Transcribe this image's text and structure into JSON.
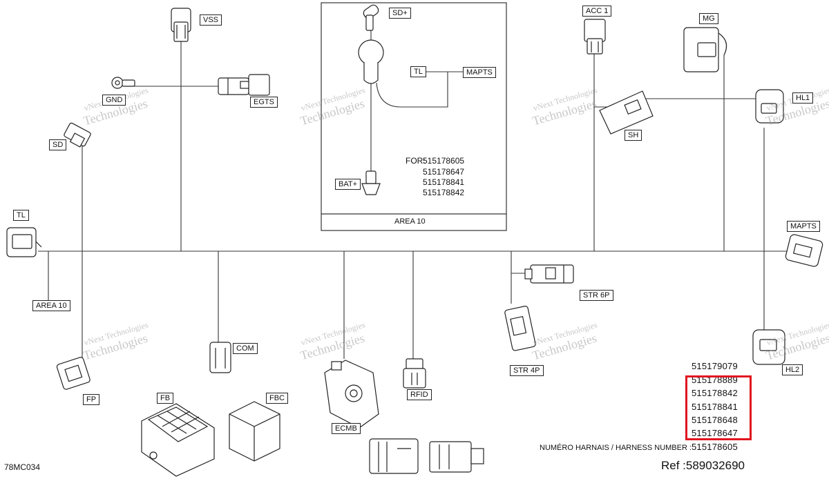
{
  "labels": {
    "vss": "VSS",
    "gnd": "GND",
    "egts": "EGTS",
    "sd": "SD",
    "tl_left": "TL",
    "area10_left": "AREA 10",
    "fp": "FP",
    "com": "COM",
    "fb": "FB",
    "fbc": "FBC",
    "ecmb": "ECMB",
    "rfid": "RFID",
    "str6p": "STR 6P",
    "str4p": "STR 4P",
    "acc1": "ACC 1",
    "mg": "MG",
    "sh": "SH",
    "hl1": "HL1",
    "mapts_right": "MAPTS",
    "hl2": "HL2",
    "inset_sd_plus": "SD+",
    "inset_tl": "TL",
    "inset_mapts": "MAPTS",
    "inset_bat_plus": "BAT+"
  },
  "inset": {
    "title": "AREA 10",
    "for_prefix": "FOR:",
    "part_numbers": [
      "515178605",
      "515178647",
      "515178841",
      "515178842"
    ]
  },
  "harness": {
    "numbers": [
      "515179079",
      "515178889",
      "515178842",
      "515178841",
      "515178648",
      "515178647",
      "515178605"
    ],
    "label": "NUMÉRO HARNAIS / HARNESS NUMBER :",
    "highlight_color": "#e0141e"
  },
  "footer": {
    "figure_id": "78MC034",
    "reference": "Ref :589032690"
  },
  "watermark": {
    "line1": "vNext Technologies",
    "line2": "Technologies"
  }
}
